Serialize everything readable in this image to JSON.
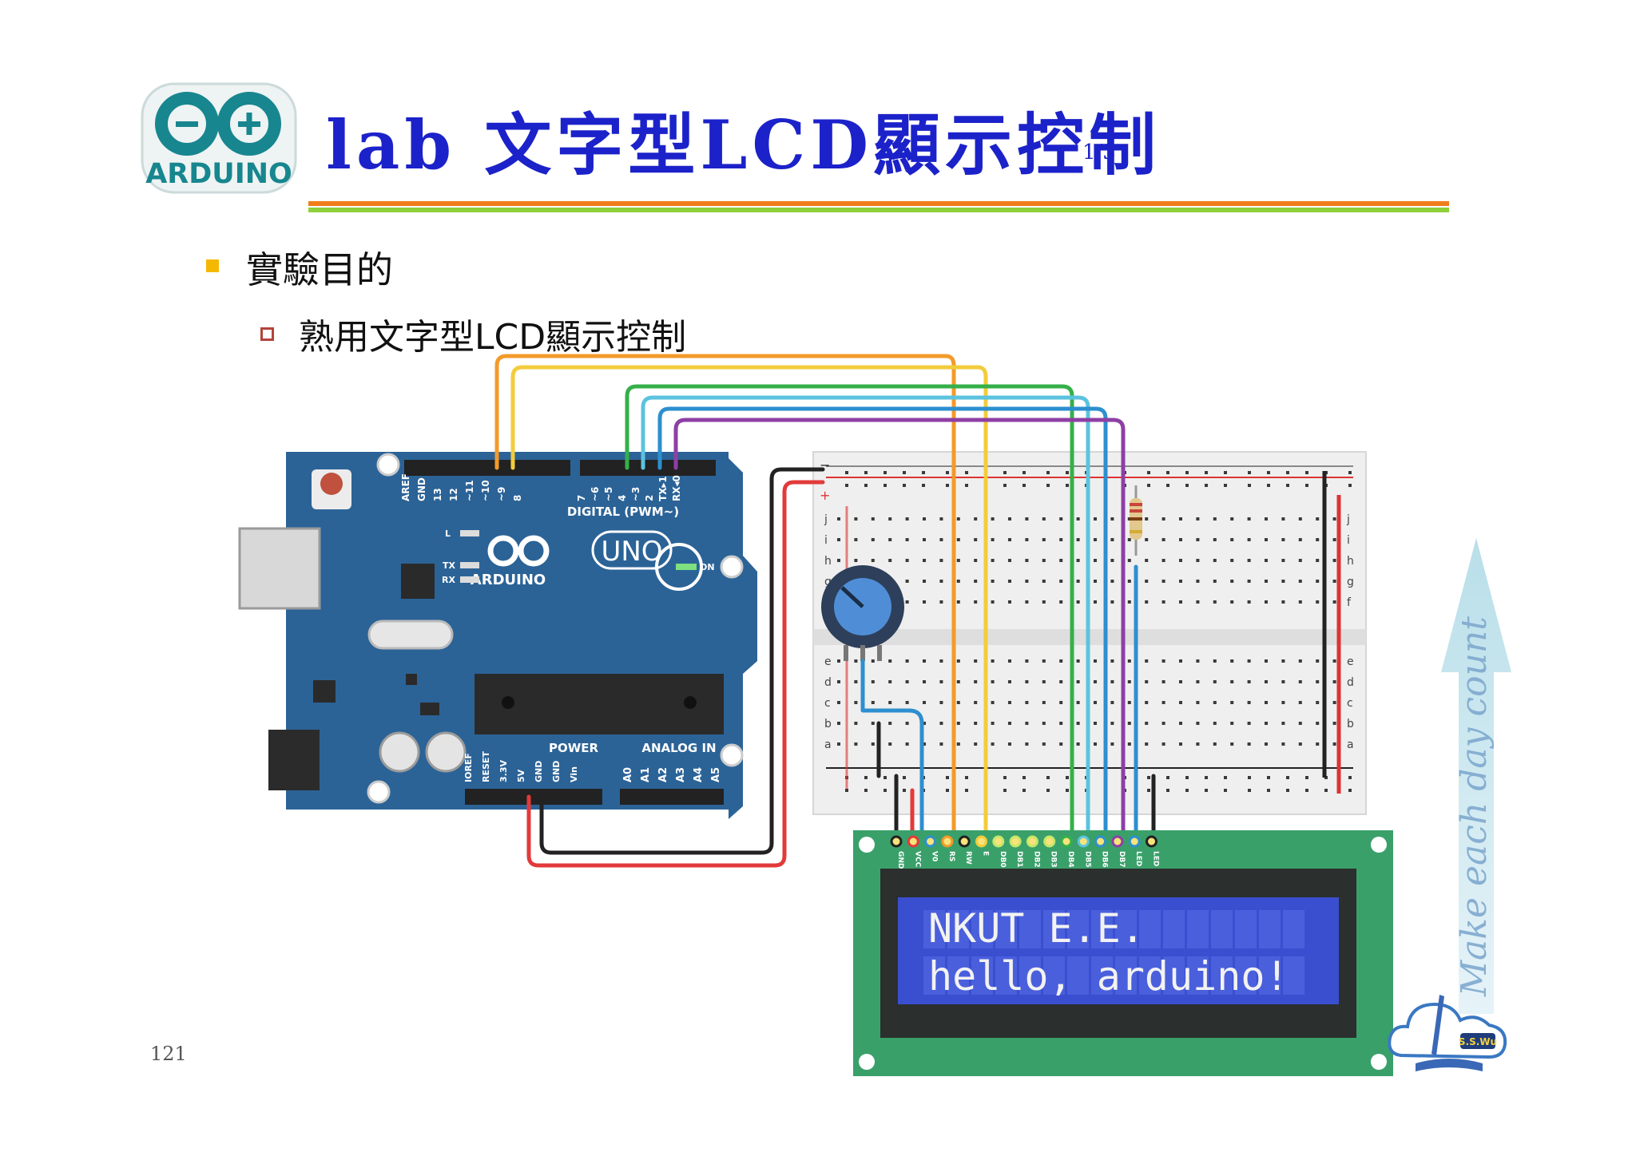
{
  "header": {
    "logo_text": "ARDUINO",
    "title": "lab 文字型LCD顯示控制",
    "page_fraction": "1/3"
  },
  "bullets": {
    "level1": "實驗目的",
    "level2": "熟用文字型LCD顯示控制"
  },
  "diagram": {
    "board": {
      "brand": "ARDUINO",
      "model": "UNO",
      "digital_label": "DIGITAL (PWM~)",
      "power_label": "POWER",
      "analog_label": "ANALOG IN",
      "on_label": "ON",
      "l_label": "L",
      "tx_label": "TX",
      "rx_label": "RX",
      "top_pins": [
        "AREF",
        "GND",
        "13",
        "12",
        "~11",
        "~10",
        "~9",
        "8",
        "7",
        "~6",
        "~5",
        "4",
        "~3",
        "2",
        "TX▸1",
        "RX◂0"
      ],
      "power_pins": [
        "IOREF",
        "RESET",
        "3.3V",
        "5V",
        "GND",
        "GND",
        "Vin"
      ],
      "analog_pins": [
        "A0",
        "A1",
        "A2",
        "A3",
        "A4",
        "A5"
      ]
    },
    "breadboard": {
      "rows_upper": [
        "j",
        "i",
        "h",
        "g",
        "f"
      ],
      "rows_lower": [
        "e",
        "d",
        "c",
        "b",
        "a"
      ],
      "rail_minus": "−",
      "rail_plus": "+"
    },
    "lcd": {
      "pins": [
        "GND",
        "VCC",
        "V0",
        "RS",
        "RW",
        "E",
        "DB0",
        "DB1",
        "DB2",
        "DB3",
        "DB4",
        "DB5",
        "DB6",
        "DB7",
        "LED",
        "LED"
      ],
      "line1": "NKUT E.E.",
      "line2": "hello, arduino!"
    },
    "colors": {
      "board": "#2b6397",
      "lcd_pcb": "#3aa06a",
      "lcd_screen": "#3a4fd0",
      "wire_orange": "#f39a2b",
      "wire_yellow": "#f2cc3c",
      "wire_green": "#35b049",
      "wire_cyan": "#5cc3df",
      "wire_blue": "#2d8fcf",
      "wire_purple": "#8e3fa5",
      "wire_black": "#222222",
      "wire_red": "#e23a3a"
    }
  },
  "watermark": {
    "motto": "Make each day count",
    "author": "S.S.Wu"
  },
  "footer": {
    "slide_number": "121"
  }
}
